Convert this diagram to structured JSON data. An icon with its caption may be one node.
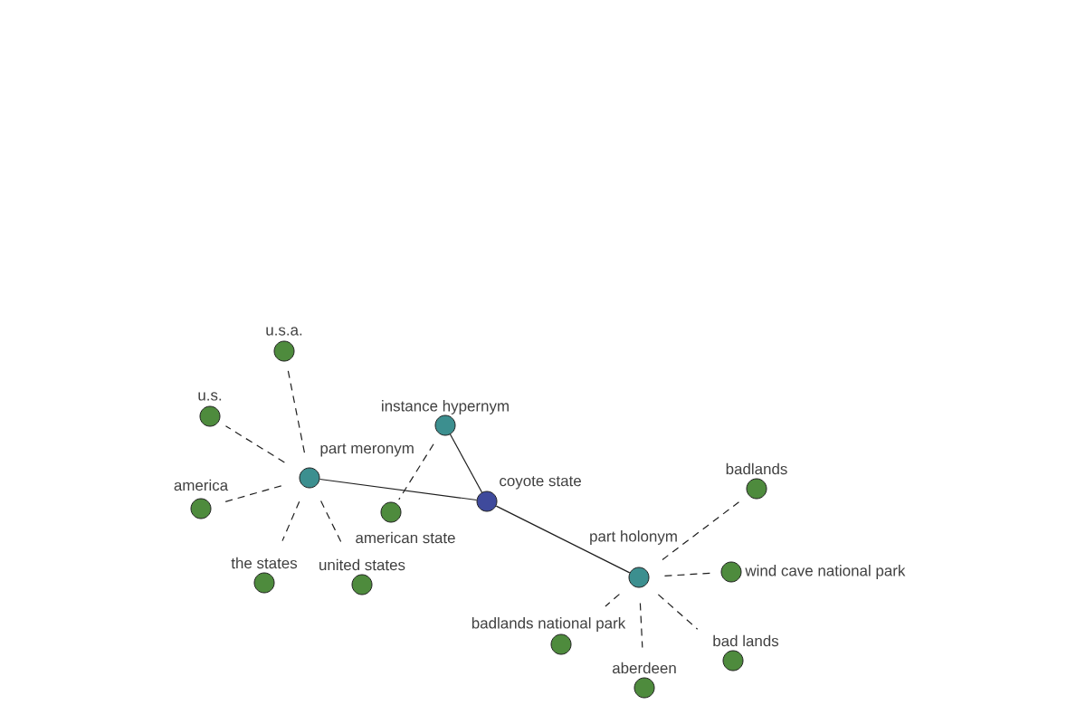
{
  "diagram": {
    "nodes": [
      {
        "text": [
          "coyote state"
        ]
      },
      {
        "text": [
          "instance hypernym"
        ]
      },
      {
        "text": [
          "american state"
        ]
      },
      {
        "text": [
          "part meronym"
        ]
      },
      {
        "text": [
          "u.s.a."
        ]
      },
      {
        "text": [
          "u.s."
        ]
      },
      {
        "text": [
          "america"
        ]
      },
      {
        "text": [
          "the states"
        ]
      },
      {
        "text": [
          "united states"
        ]
      },
      {
        "text": [
          "part holonym"
        ]
      },
      {
        "text": [
          "badlands"
        ]
      },
      {
        "text": [
          "wind cave national park"
        ]
      },
      {
        "text": [
          "bad lands"
        ]
      },
      {
        "text": [
          "aberdeen"
        ]
      },
      {
        "text": [
          "badlands national park"
        ]
      }
    ],
    "edges": [
      {
        "from": 0,
        "to": 1,
        "arrow": "none"
      },
      {
        "from": 1,
        "to": 2,
        "arrow": "none",
        "style": "dashed"
      },
      {
        "from": 0,
        "to": 3,
        "arrow": "none"
      },
      {
        "from": 3,
        "to": 4,
        "arrow": "none",
        "style": "dashed"
      },
      {
        "from": 3,
        "to": 5,
        "arrow": "none",
        "style": "dashed"
      },
      {
        "from": 3,
        "to": 6,
        "arrow": "none",
        "style": "dashed"
      },
      {
        "from": 3,
        "to": 7,
        "arrow": "none",
        "style": "dashed"
      },
      {
        "from": 3,
        "to": 8,
        "arrow": "none",
        "style": "dashed"
      },
      {
        "from": 0,
        "to": 9,
        "arrow": "none"
      },
      {
        "from": 9,
        "to": 10,
        "arrow": "none",
        "style": "dashed"
      },
      {
        "from": 9,
        "to": 11,
        "arrow": "none",
        "style": "dashed"
      },
      {
        "from": 9,
        "to": 12,
        "arrow": "none",
        "style": "dashed"
      },
      {
        "from": 9,
        "to": 13,
        "arrow": "none",
        "style": "dashed"
      },
      {
        "from": 9,
        "to": 14,
        "arrow": "none",
        "style": "dashed"
      }
    ]
  }
}
